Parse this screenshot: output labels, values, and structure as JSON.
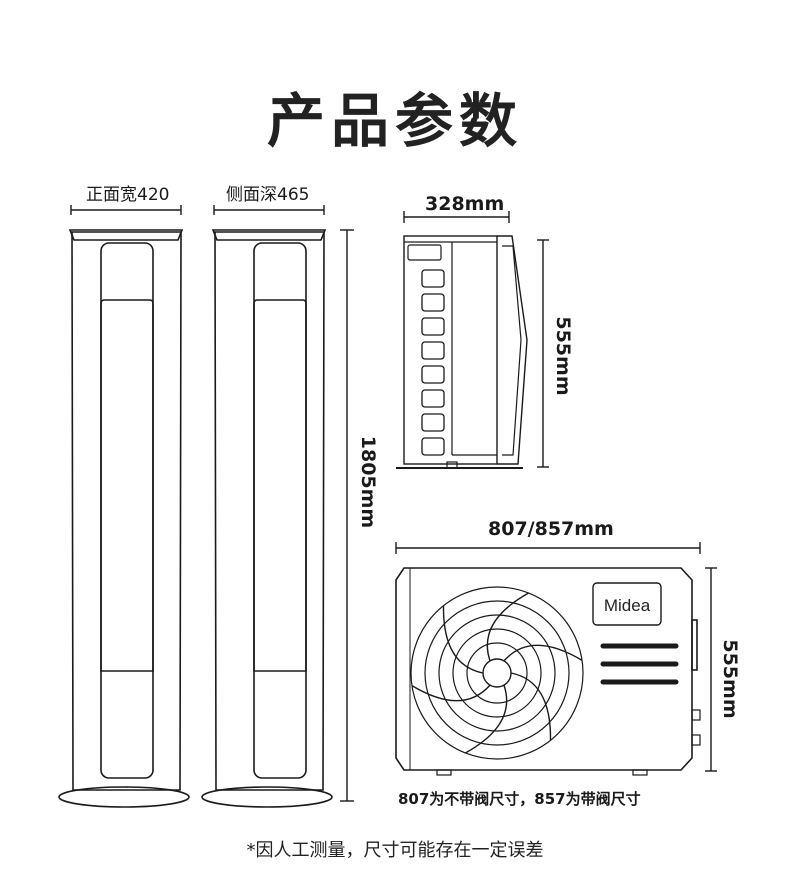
{
  "title": "产品参数",
  "indoor": {
    "front_width_label": "正面宽420",
    "side_depth_label": "侧面深465",
    "height_label": "1805mm"
  },
  "outdoor": {
    "side_width_label": "328mm",
    "side_height_label": "555mm",
    "front_width_label": "807/857mm",
    "front_height_label": "555mm",
    "brand": "Midea",
    "caption": "807为不带阀尺寸，857为带阀尺寸"
  },
  "note": "*因人工测量，尺寸可能存在一定误差",
  "colors": {
    "line": "#1a1a1a",
    "background": "#ffffff"
  }
}
